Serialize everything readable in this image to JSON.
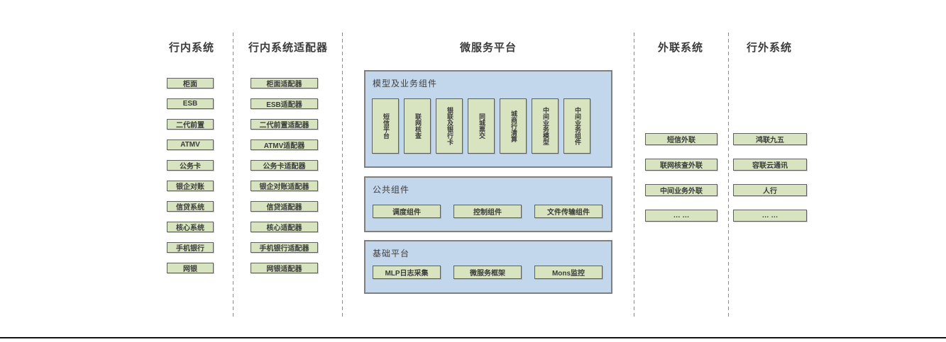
{
  "colors": {
    "box_fill": "#d8e4c0",
    "box_border": "#5f5f5f",
    "panel_fill": "#c2d6ec",
    "panel_border": "#7f7f7f",
    "separator": "#8c8c8c",
    "text": "#3b3b3b",
    "bottom_line": "#141414"
  },
  "columns": {
    "internal_systems": {
      "title": "行内系统",
      "items": [
        "柜面",
        "ESB",
        "二代前置",
        "ATMV",
        "公务卡",
        "银企对账",
        "信贷系统",
        "核心系统",
        "手机银行",
        "网银"
      ]
    },
    "internal_adapters": {
      "title": "行内系统适配器",
      "items": [
        "柜面适配器",
        "ESB适配器",
        "二代前置适配器",
        "ATMV适配器",
        "公务卡适配器",
        "银企对账适配器",
        "信贷适配器",
        "核心适配器",
        "手机银行适配器",
        "网银适配器"
      ]
    },
    "microservice_platform": {
      "title": "微服务平台",
      "panels": {
        "model_business": {
          "title": "模型及业务组件",
          "items": [
            "短信平台",
            "联网核查",
            "银联及银行卡",
            "同城票交",
            "城商行清算",
            "中间业务模型",
            "中间业务组件"
          ]
        },
        "common": {
          "title": "公共组件",
          "items": [
            "调度组件",
            "控制组件",
            "文件传输组件"
          ]
        },
        "base": {
          "title": "基础平台",
          "items": [
            "MLP日志采集",
            "微服务框架",
            "Mons监控"
          ]
        }
      }
    },
    "external_link": {
      "title": "外联系统",
      "items": [
        "短信外联",
        "联网核查外联",
        "中间业务外联",
        "… …"
      ]
    },
    "outside_systems": {
      "title": "行外系统",
      "items": [
        "鸿联九五",
        "容联云通讯",
        "人行",
        "… …"
      ]
    }
  }
}
